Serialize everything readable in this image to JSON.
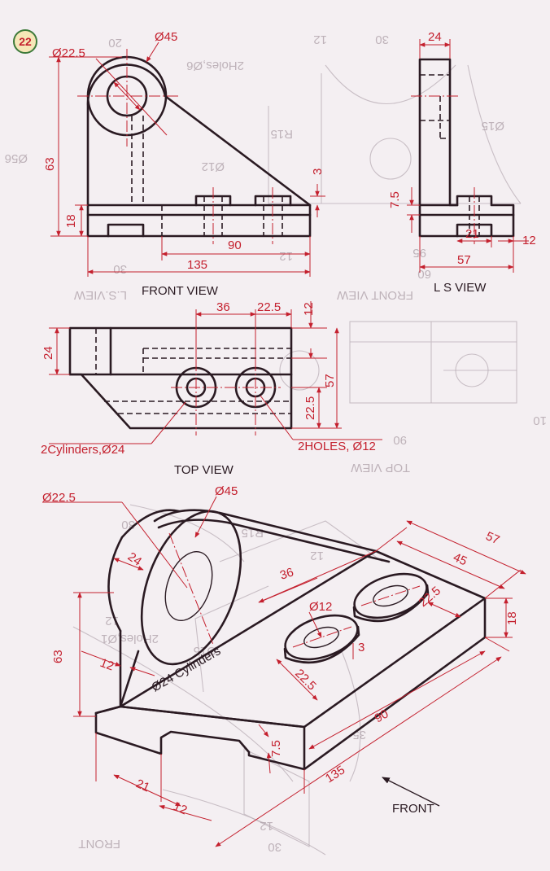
{
  "badge": "22",
  "front_view": {
    "label": "FRONT VIEW",
    "dims": {
      "d_small": "Ø22.5",
      "d_big": "Ø45",
      "h_total": "63",
      "h_base": "18",
      "w_slot": "90",
      "w_total": "135",
      "rib": "3"
    }
  },
  "side_view": {
    "label": "L S VIEW",
    "dims": {
      "top": "24",
      "h": "7.5",
      "w1": "21",
      "w2": "12",
      "w_total": "57"
    }
  },
  "top_view": {
    "label": "TOP VIEW",
    "dims": {
      "a": "36",
      "b": "22.5",
      "c": "12",
      "depth": "24",
      "total": "57",
      "offset": "22.5"
    },
    "callouts": {
      "cylinders": "2Cylinders,Ø24",
      "holes": "2HOLES, Ø12"
    }
  },
  "iso_view": {
    "dims": {
      "d_small": "Ø22.5",
      "d_big": "Ø45",
      "w24": "24",
      "h63": "63",
      "t12": "12",
      "a36": "36",
      "hole": "Ø12",
      "rib3": "3",
      "s22a": "22.5",
      "s22b": "22.5",
      "w57": "57",
      "w45": "45",
      "h18": "18",
      "l90": "90",
      "h75": "7.5",
      "l135": "135",
      "b21": "21",
      "b12": "12"
    },
    "cyl_text": "Ø24 Cylinders",
    "front_label": "FRONT"
  },
  "ghost_text": [
    "20",
    "12",
    "30",
    "2Holes,Ø6",
    "R15",
    "Ø15",
    "Ø12",
    "Ø56",
    "30",
    "12",
    "L.S.VIEW",
    "FRONT VIEW",
    "TOP VIEW",
    "90",
    "95",
    "60",
    "10",
    "12",
    "R15",
    "12",
    "30",
    "2Holes,Ø1",
    "Ø15",
    "FRONT",
    "35",
    "30",
    "12"
  ]
}
